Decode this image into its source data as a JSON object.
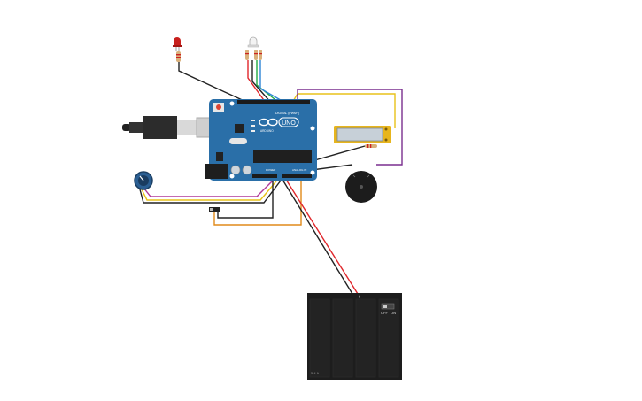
{
  "board": {
    "logo_text": "UNO",
    "brand_text": "ARDUINO",
    "digital_label": "DIGITAL (PWM~)",
    "power_label": "POWER",
    "analog_label": "ANALOG IN"
  },
  "battery": {
    "switch_off_label": "OFF",
    "switch_on_label": "ON",
    "voltage_label": "5.4 A",
    "minus_label": "-",
    "plus_label": "+"
  },
  "colors": {
    "board": "#2a6fa8",
    "wire_red": "#e0262b",
    "wire_black": "#222222",
    "wire_yellow": "#e8c21a",
    "wire_green": "#22aa44",
    "wire_blue": "#2f86d6",
    "wire_purple": "#7a2f8f",
    "wire_orange": "#e08a1a",
    "wire_magenta": "#b03a9a"
  },
  "components": [
    {
      "name": "arduino-uno",
      "icon": "microcontroller-board-icon"
    },
    {
      "name": "usb-cable",
      "icon": "usb-plug-icon"
    },
    {
      "name": "red-led",
      "icon": "led-icon"
    },
    {
      "name": "rgb-led",
      "icon": "rgb-led-icon"
    },
    {
      "name": "lcd-display",
      "icon": "lcd-icon"
    },
    {
      "name": "piezo-buzzer",
      "icon": "buzzer-icon"
    },
    {
      "name": "potentiometer",
      "icon": "knob-icon"
    },
    {
      "name": "slide-switch",
      "icon": "switch-icon"
    },
    {
      "name": "battery-pack",
      "icon": "battery-icon"
    }
  ]
}
